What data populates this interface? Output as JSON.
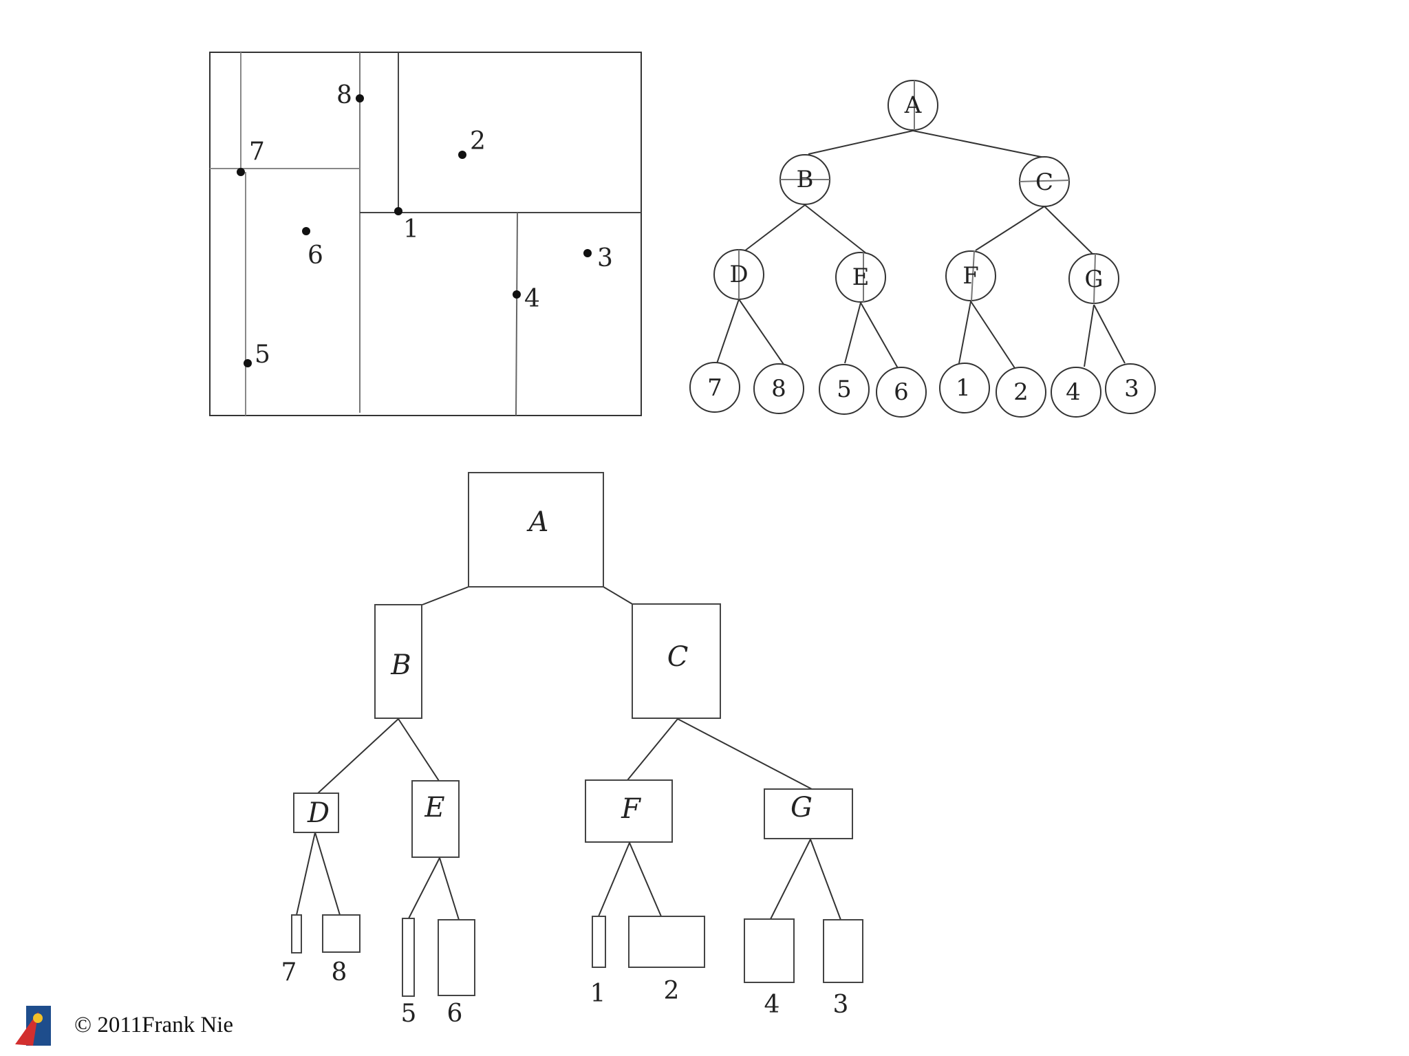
{
  "partition": {
    "point_labels": [
      "1",
      "2",
      "3",
      "4",
      "5",
      "6",
      "7",
      "8"
    ]
  },
  "circle_tree": {
    "internal_nodes": [
      "A",
      "B",
      "C",
      "D",
      "E",
      "F",
      "G"
    ],
    "leaves": [
      "7",
      "8",
      "5",
      "6",
      "1",
      "2",
      "4",
      "3"
    ]
  },
  "box_tree": {
    "internal_nodes": [
      "A",
      "B",
      "C",
      "D",
      "E",
      "F",
      "G"
    ],
    "leaves": [
      "7",
      "8",
      "5",
      "6",
      "1",
      "2",
      "4",
      "3"
    ]
  },
  "footer": {
    "copyright": "© 2011Frank Nie"
  },
  "colors": {
    "line": "#222222",
    "split_line": "#888888",
    "logo_blue": "#1e4d8c",
    "logo_red": "#d22f2f",
    "logo_yellow": "#f2c028"
  }
}
